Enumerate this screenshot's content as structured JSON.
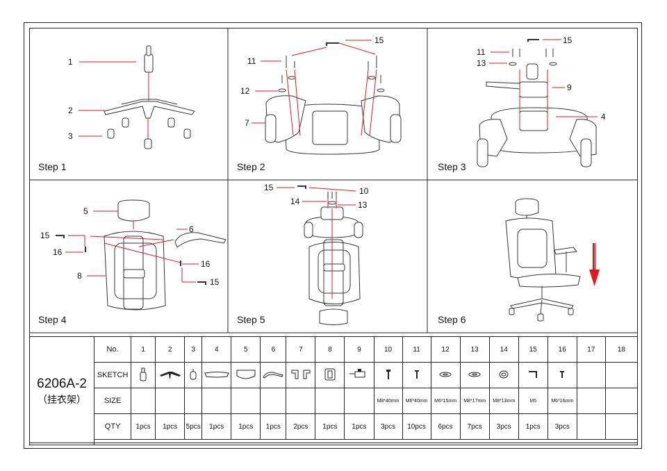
{
  "steps": [
    {
      "label": "Step 1",
      "callouts": [
        "1",
        "2",
        "3"
      ]
    },
    {
      "label": "Step 2",
      "callouts": [
        "15",
        "11",
        "12",
        "7"
      ]
    },
    {
      "label": "Step 3",
      "callouts": [
        "11",
        "15",
        "13",
        "9",
        "4"
      ]
    },
    {
      "label": "Step 4",
      "callouts": [
        "5",
        "6",
        "15",
        "16",
        "8",
        "16",
        "15"
      ]
    },
    {
      "label": "Step 5",
      "callouts": [
        "15",
        "10",
        "14",
        "13"
      ]
    },
    {
      "label": "Step 6",
      "callouts": []
    }
  ],
  "table": {
    "model": "6206A-2",
    "model_note": "（挂衣架）",
    "row_labels": [
      "No.",
      "SKETCH",
      "SIZE",
      "QTY"
    ],
    "numbers": [
      "1",
      "2",
      "3",
      "4",
      "5",
      "6",
      "7",
      "8",
      "9",
      "10",
      "11",
      "12",
      "13",
      "14",
      "15",
      "16",
      "17",
      "18"
    ],
    "sizes": [
      "",
      "",
      "",
      "",
      "",
      "",
      "",
      "",
      "",
      "M8*40mm",
      "M6*40mm",
      "M6*15mm",
      "M8*17mm",
      "M8*13mm",
      "M5",
      "M6*16mm",
      "",
      ""
    ],
    "qty": [
      "1pcs",
      "1pcs",
      "5pcs",
      "1pcs",
      "1pcs",
      "1pcs",
      "2pcs",
      "1pcs",
      "1pcs",
      "3pcs",
      "10pcs",
      "6pcs",
      "7pcs",
      "3pcs",
      "1pcs",
      "3pcs",
      "",
      ""
    ],
    "sketch_icons": [
      "gas-lift-icon",
      "base-icon",
      "caster-icon",
      "seat-icon",
      "headrest-icon",
      "armrest-icon",
      "armrest-pair-icon",
      "backrest-icon",
      "mechanism-icon",
      "bolt-icon",
      "screw-icon",
      "washer-icon",
      "washer-icon",
      "spring-washer-icon",
      "allen-key-icon",
      "small-screw-icon",
      "",
      ""
    ]
  },
  "colors": {
    "callout_line": "#e0191e",
    "arrow": "#e0191e",
    "ink": "#222222"
  }
}
